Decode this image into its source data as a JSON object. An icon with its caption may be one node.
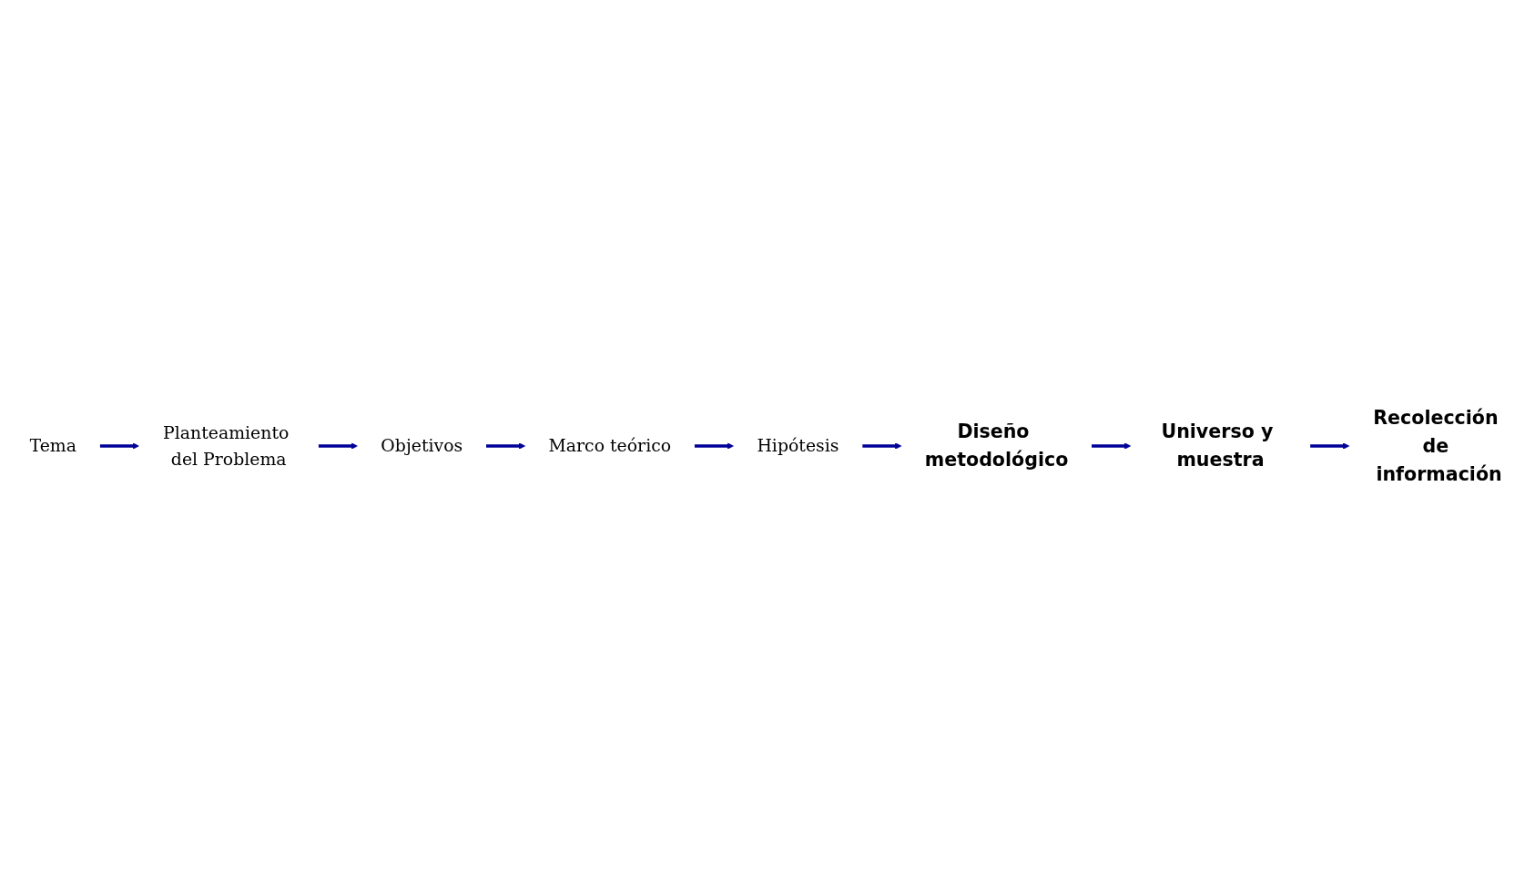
{
  "diagram": {
    "nodes": [
      {
        "text": [
          "Tema"
        ]
      },
      {
        "text": [
          "Planteamiento del Problema"
        ]
      },
      {
        "text": [
          "Objetivos"
        ]
      },
      {
        "text": [
          "Marco teórico"
        ]
      },
      {
        "text": [
          "Hipótesis"
        ]
      },
      {
        "text": [
          "Diseño metodológico"
        ]
      },
      {
        "text": [
          "Universo y muestra"
        ]
      },
      {
        "text": [
          "Recolección de información"
        ]
      }
    ],
    "edges": [
      {
        "from": 0,
        "to": 1,
        "arrow": "to"
      },
      {
        "from": 1,
        "to": 2,
        "arrow": "to"
      },
      {
        "from": 2,
        "to": 3,
        "arrow": "to"
      },
      {
        "from": 3,
        "to": 4,
        "arrow": "to"
      },
      {
        "from": 4,
        "to": 5,
        "arrow": "to"
      },
      {
        "from": 5,
        "to": 6,
        "arrow": "to"
      },
      {
        "from": 6,
        "to": 7,
        "arrow": "to"
      }
    ]
  }
}
